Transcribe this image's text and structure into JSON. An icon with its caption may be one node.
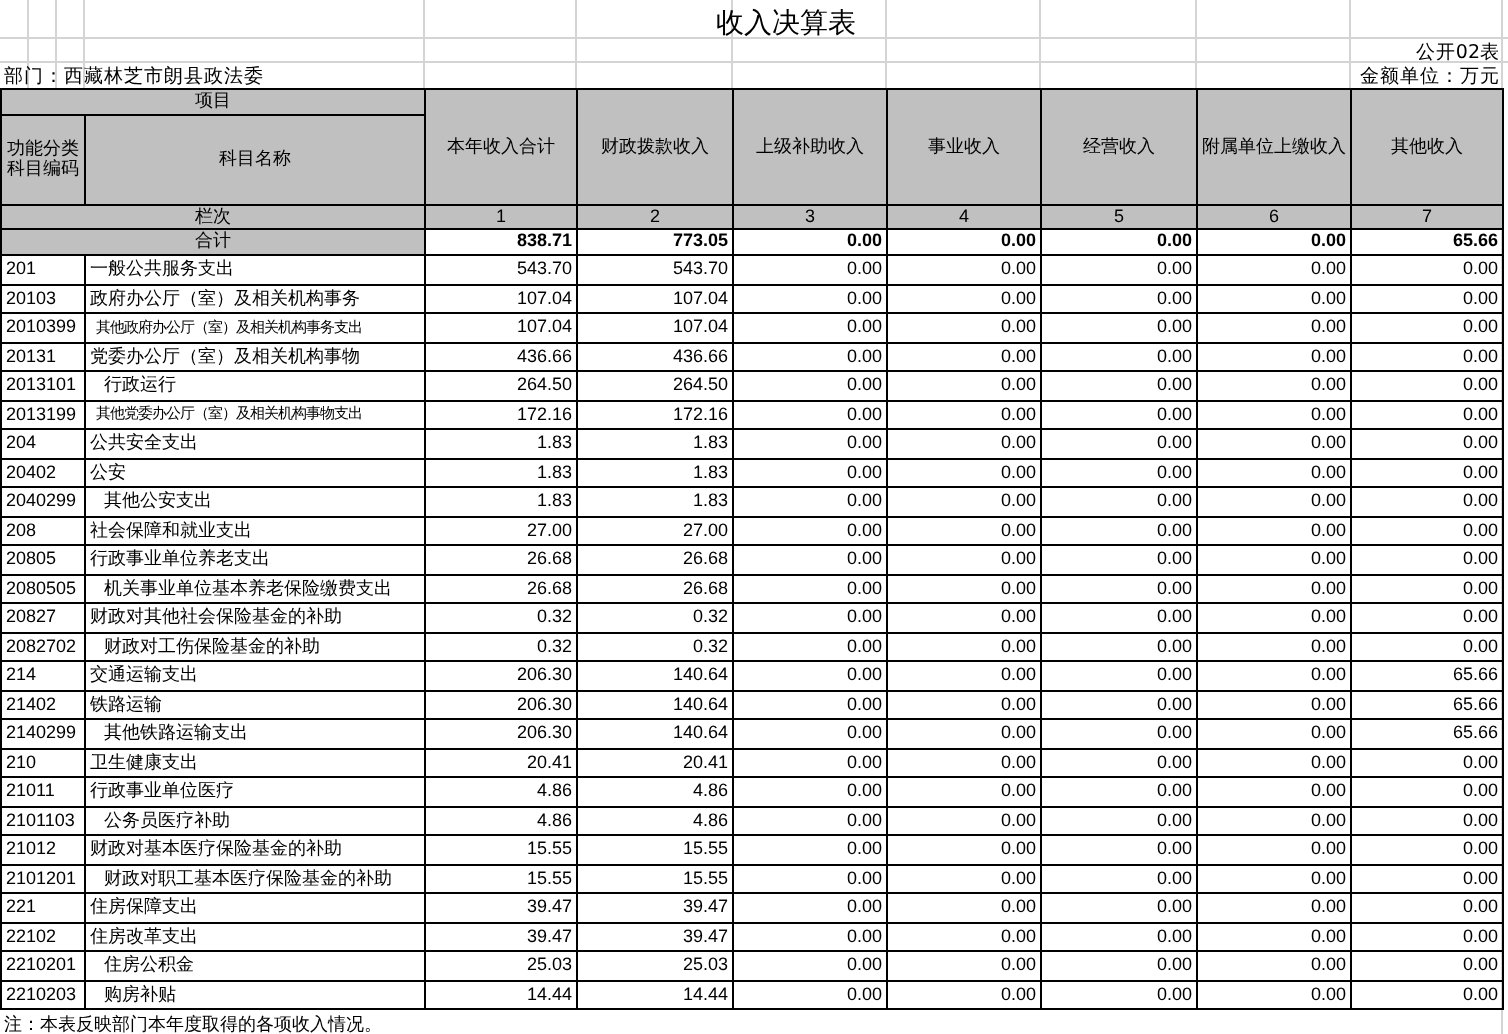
{
  "diagram": {
    "title": "收入决算表",
    "caption": "注：本表反映部门本年度取得的各项收入情况。",
    "labels": [
      "公开02表",
      "部门：西藏林芝市朗县政法委",
      "金额单位：万元",
      "项目",
      "功能分类科目编码",
      "科目名称",
      "本年收入合计",
      "财政拨款收入",
      "上级补助收入",
      "事业收入",
      "经营收入",
      "附属单位上缴收入",
      "其他收入",
      "栏次",
      "1",
      "2",
      "3",
      "4",
      "5",
      "6",
      "7",
      "合计",
      "838.71",
      "773.05",
      "0.00",
      "0.00",
      "0.00",
      "0.00",
      "65.66",
      "201",
      "一般公共服务支出",
      "543.70",
      "543.70",
      "0.00",
      "0.00",
      "0.00",
      "0.00",
      "0.00",
      "20103",
      "政府办公厅（室）及相关机构事务",
      "107.04",
      "107.04",
      "0.00",
      "0.00",
      "0.00",
      "0.00",
      "0.00",
      "2010399",
      "其他政府办公厅（室）及相关机构事务支出",
      "107.04",
      "107.04",
      "0.00",
      "0.00",
      "0.00",
      "0.00",
      "0.00",
      "20131",
      "党委办公厅（室）及相关机构事物",
      "436.66",
      "436.66",
      "0.00",
      "0.00",
      "0.00",
      "0.00",
      "0.00",
      "2013101",
      "行政运行",
      "264.50",
      "264.50",
      "0.00",
      "0.00",
      "0.00",
      "0.00",
      "0.00",
      "2013199",
      "其他党委办公厅（室）及相关机构事物支出",
      "172.16",
      "172.16",
      "0.00",
      "0.00",
      "0.00",
      "0.00",
      "0.00",
      "204",
      "公共安全支出",
      "1.83",
      "1.83",
      "0.00",
      "0.00",
      "0.00",
      "0.00",
      "0.00",
      "20402",
      "公安",
      "1.83",
      "1.83",
      "0.00",
      "0.00",
      "0.00",
      "0.00",
      "0.00",
      "2040299",
      "其他公安支出",
      "1.83",
      "1.83",
      "0.00",
      "0.00",
      "0.00",
      "0.00",
      "0.00",
      "208",
      "社会保障和就业支出",
      "27.00",
      "27.00",
      "0.00",
      "0.00",
      "0.00",
      "0.00",
      "0.00",
      "20805",
      "行政事业单位养老支出",
      "26.68",
      "26.68",
      "0.00",
      "0.00",
      "0.00",
      "0.00",
      "0.00",
      "2080505",
      "机关事业单位基本养老保险缴费支出",
      "26.68",
      "26.68",
      "0.00",
      "0.00",
      "0.00",
      "0.00",
      "0.00",
      "20827",
      "财政对其他社会保险基金的补助",
      "0.32",
      "0.32",
      "0.00",
      "0.00",
      "0.00",
      "0.00",
      "0.00",
      "2082702",
      "财政对工伤保险基金的补助",
      "0.32",
      "0.32",
      "0.00",
      "0.00",
      "0.00",
      "0.00",
      "0.00",
      "214",
      "交通运输支出",
      "206.30",
      "140.64",
      "0.00",
      "0.00",
      "0.00",
      "0.00",
      "65.66",
      "21402",
      "铁路运输",
      "206.30",
      "140.64",
      "0.00",
      "0.00",
      "0.00",
      "0.00",
      "65.66",
      "2140299",
      "其他铁路运输支出",
      "206.30",
      "140.64",
      "0.00",
      "0.00",
      "0.00",
      "0.00",
      "65.66",
      "210",
      "卫生健康支出",
      "20.41",
      "20.41",
      "0.00",
      "0.00",
      "0.00",
      "0.00",
      "0.00",
      "21011",
      "行政事业单位医疗",
      "4.86",
      "4.86",
      "0.00",
      "0.00",
      "0.00",
      "0.00",
      "0.00",
      "2101103",
      "公务员医疗补助",
      "4.86",
      "4.86",
      "0.00",
      "0.00",
      "0.00",
      "0.00",
      "0.00",
      "21012",
      "财政对基本医疗保险基金的补助",
      "15.55",
      "15.55",
      "0.00",
      "0.00",
      "0.00",
      "0.00",
      "0.00",
      "2101201",
      "财政对职工基本医疗保险基金的补助",
      "15.55",
      "15.55",
      "0.00",
      "0.00",
      "0.00",
      "0.00",
      "0.00",
      "221",
      "住房保障支出",
      "39.47",
      "39.47",
      "0.00",
      "0.00",
      "0.00",
      "0.00",
      "0.00",
      "22102",
      "住房改革支出",
      "39.47",
      "39.47",
      "0.00",
      "0.00",
      "0.00",
      "0.00",
      "0.00",
      "2210201",
      "住房公积金",
      "25.03",
      "25.03",
      "0.00",
      "0.00",
      "0.00",
      "0.00",
      "0.00",
      "2210203",
      "购房补贴",
      "14.44",
      "14.44",
      "0.00",
      "0.00",
      "0.00",
      "0.00",
      "0.00"
    ]
  }
}
